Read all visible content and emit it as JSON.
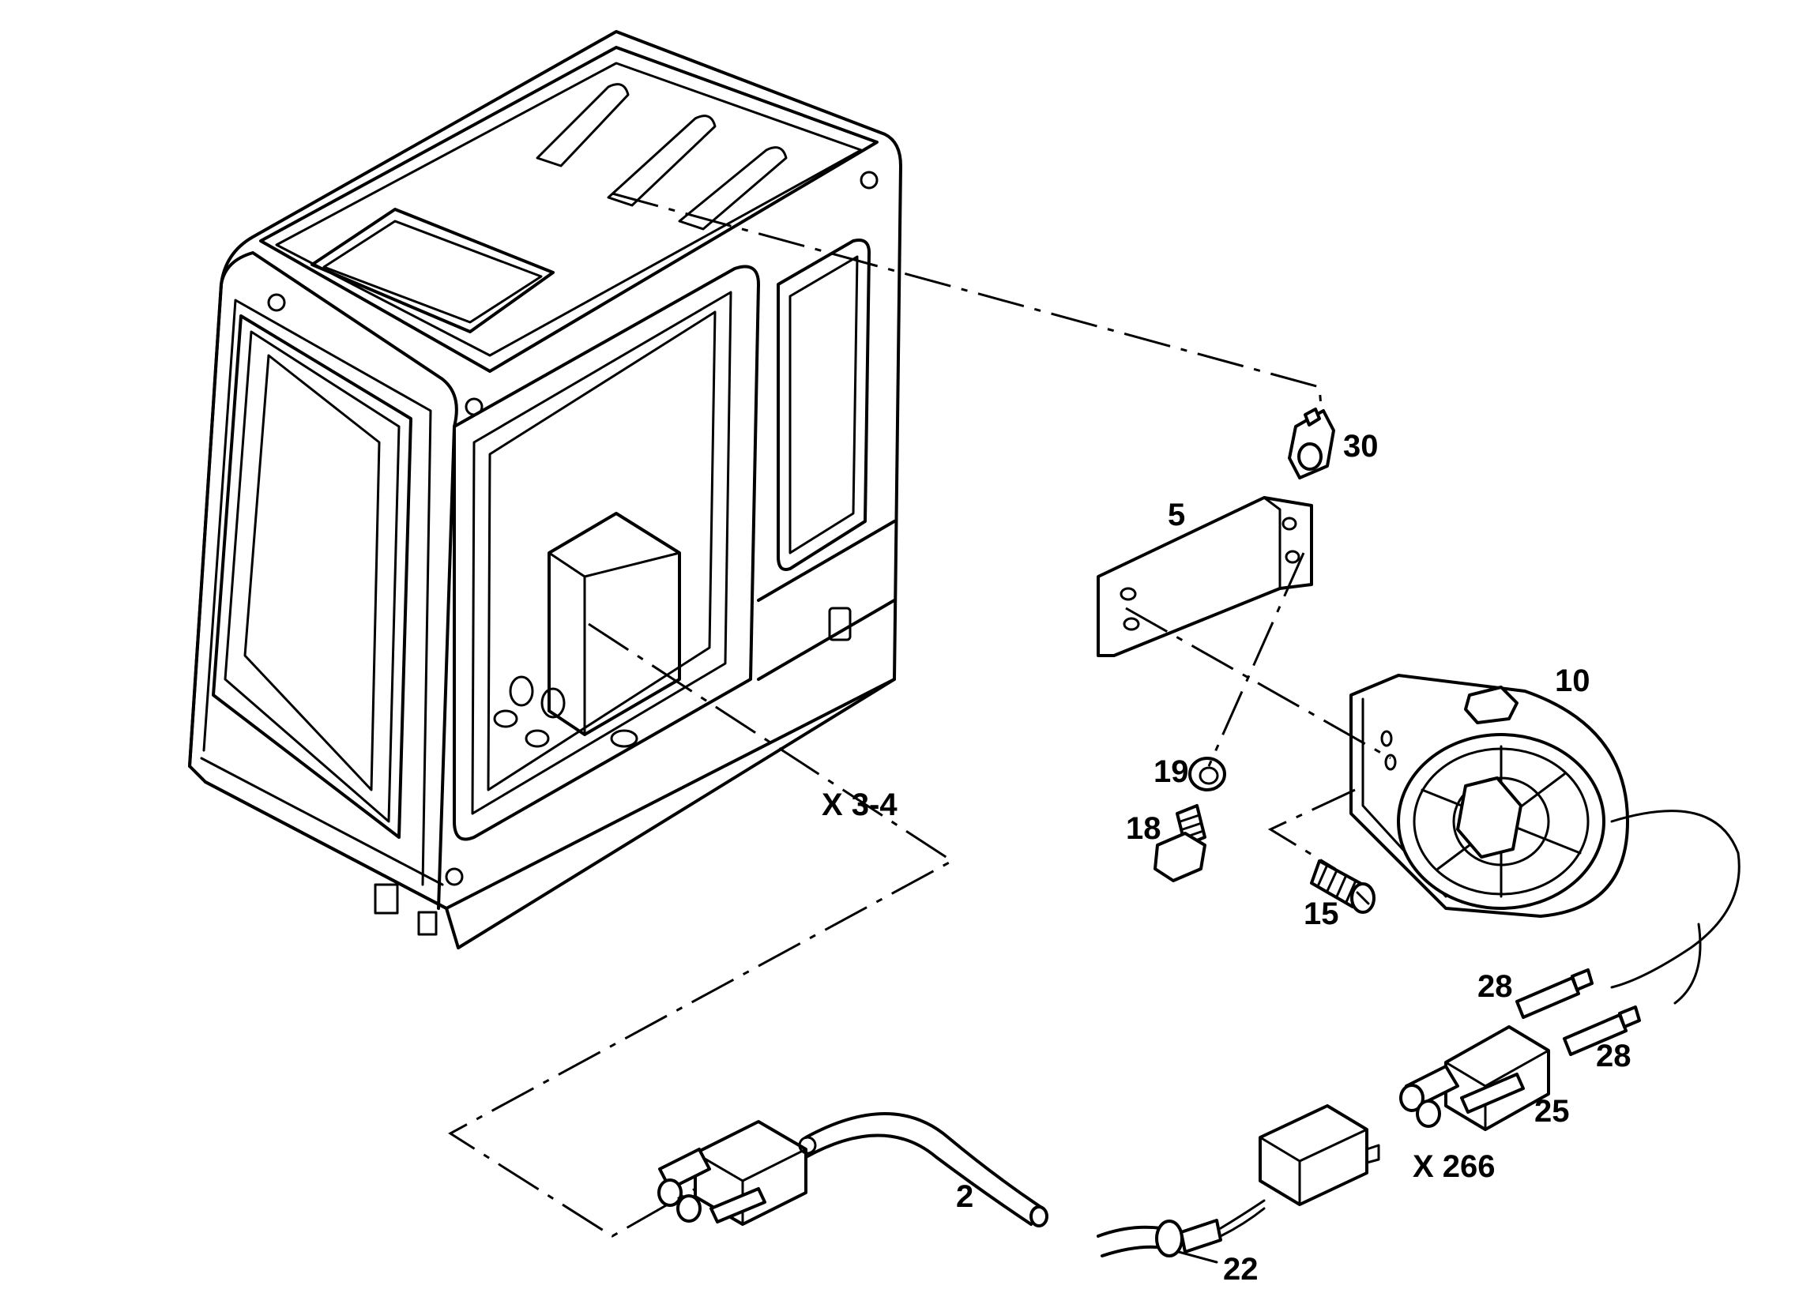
{
  "callouts": {
    "c30": "30",
    "c5": "5",
    "c10": "10",
    "c19": "19",
    "c18": "18",
    "c15": "15",
    "cX34": "X 3-4",
    "c28a": "28",
    "c28b": "28",
    "c25": "25",
    "cX266": "X 266",
    "c2": "2",
    "c22": "22"
  }
}
